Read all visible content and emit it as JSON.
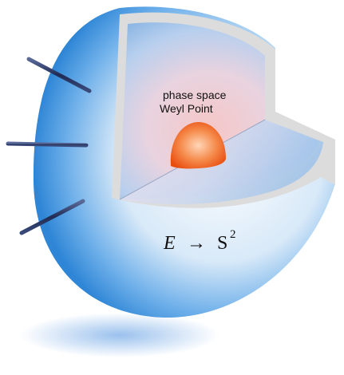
{
  "labels": {
    "phase_space_line1": "phase space",
    "phase_space_line2": "Weyl Point",
    "map_symbol": "E",
    "arrow": "→",
    "sphere": "S",
    "exponent": "2"
  },
  "colors": {
    "shell_blue": "#2f86d6",
    "inner_blue": "#8fb8e4",
    "inner_glow": "#f3c4c4",
    "cut_rim": "#d9d9d9",
    "weyl_point": "#f05a1a",
    "rod": "#2a3a66"
  }
}
